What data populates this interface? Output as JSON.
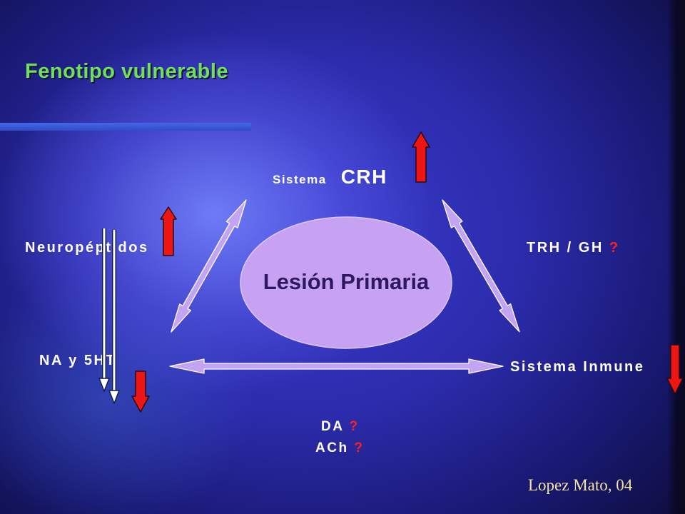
{
  "slide": {
    "title": "Fenotipo vulnerable",
    "center_label": "Lesión Primaria",
    "crh": {
      "prefix": "Sistema",
      "main": "CRH"
    },
    "neuropeptidos": "Neuropéptidos",
    "trh_gh": {
      "label": "TRH / GH",
      "mark": "?"
    },
    "na_5ht": "NA y 5HT",
    "inmune": "Sistema Inmune",
    "da": {
      "label": "DA",
      "mark": "?"
    },
    "ach": {
      "label": "ACh",
      "mark": "?"
    },
    "credit": "Lopez Mato, 04"
  },
  "colors": {
    "title": "#6fe05a",
    "red_arrow": "#ee1515",
    "question_mark": "#ff2020",
    "ellipse": "#c8a2f2",
    "connector": "#c3a3f4",
    "credit": "#f3e3a0",
    "center_text": "#2e1862"
  },
  "icons": {
    "increase": "red-up-arrow",
    "decrease": "red-down-arrow",
    "connector": "double-headed-arrow",
    "pathway": "white-down-arrow"
  }
}
